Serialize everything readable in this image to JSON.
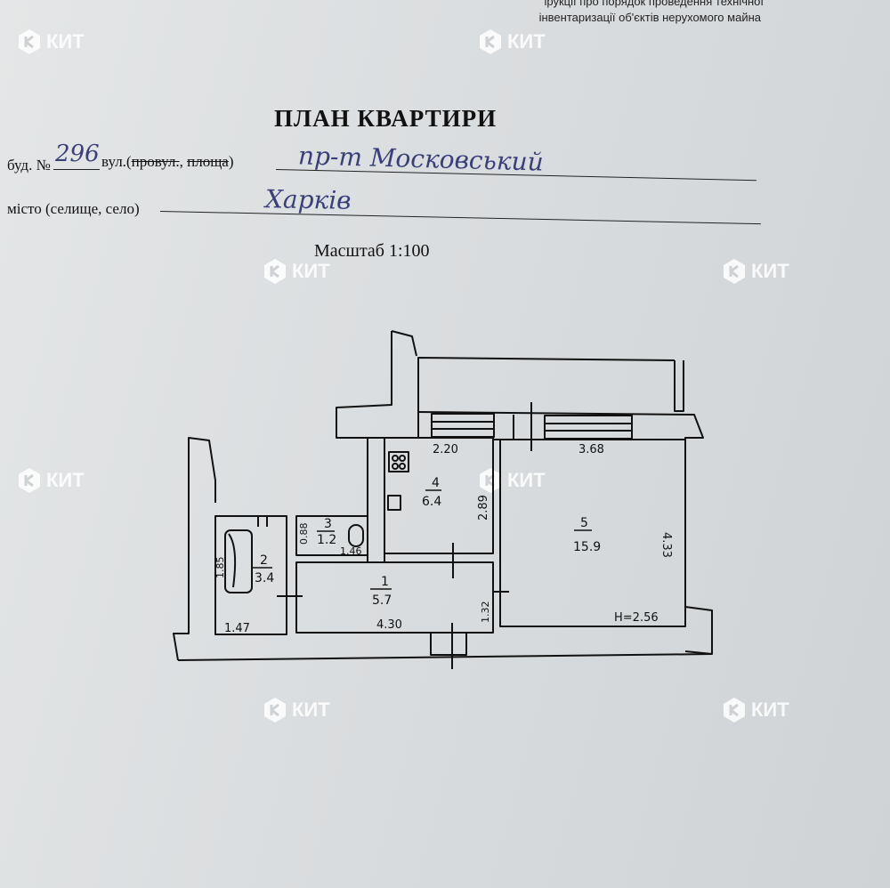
{
  "header": {
    "line1": "ірукції про порядок проведення технічної",
    "line2": "інвентаризації об'єктів нерухомого майна"
  },
  "title": "ПЛАН КВАРТИРИ",
  "address": {
    "building_label": "буд. №",
    "building_number": "296",
    "street_label_prefix": "вул.(",
    "street_label_strike1": "провул.",
    "street_label_mid": ", ",
    "street_label_strike2": "площа",
    "street_label_suffix": ")",
    "street_value": "пр-т Московський",
    "city_label": "місто (селище, село)",
    "city_value": "Харків"
  },
  "scale_text": "Масштаб 1:100",
  "watermark": "КИТ",
  "rooms": [
    {
      "number": "1",
      "area": "5.7"
    },
    {
      "number": "2",
      "area": "3.4"
    },
    {
      "number": "3",
      "area": "1.2"
    },
    {
      "number": "4",
      "area": "6.4"
    },
    {
      "number": "5",
      "area": "15.9"
    }
  ],
  "dimensions": {
    "kitchen_width": "2.20",
    "room5_width": "3.68",
    "kitchen_depth": "2.89",
    "room5_depth": "4.33",
    "bath_depth": "1.85",
    "toilet_depth": "0.88",
    "toilet_width": "1.46",
    "bath_width": "1.47",
    "hall_width": "4.30",
    "hall_depth": "1.32",
    "ceiling_height": "H=2.56"
  },
  "colors": {
    "ink": "#111111",
    "handwriting": "#3a3f7a",
    "paper": "#dcdfe0",
    "watermark": "#ffffff"
  }
}
